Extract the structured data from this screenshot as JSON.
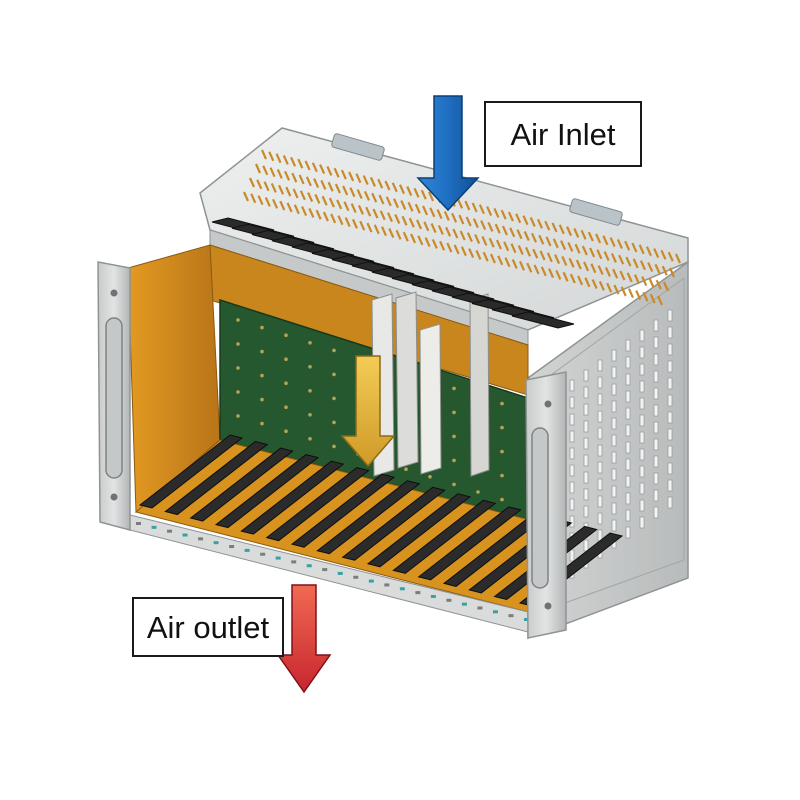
{
  "labels": {
    "air_inlet": "Air Inlet",
    "air_outlet": "Air outlet"
  },
  "colors": {
    "inlet_arrow": "#1f6fc2",
    "outlet_arrow": "#d8353b",
    "internal_arrow": "#e6b22e",
    "backplane": "#25582e",
    "chassis_interior": "#d7901f",
    "chassis_metal": "#d4d6d6",
    "card_guides": "#2a2a2a"
  },
  "diagram": {
    "card_slots_front": 16,
    "card_slots_rear": 16
  }
}
